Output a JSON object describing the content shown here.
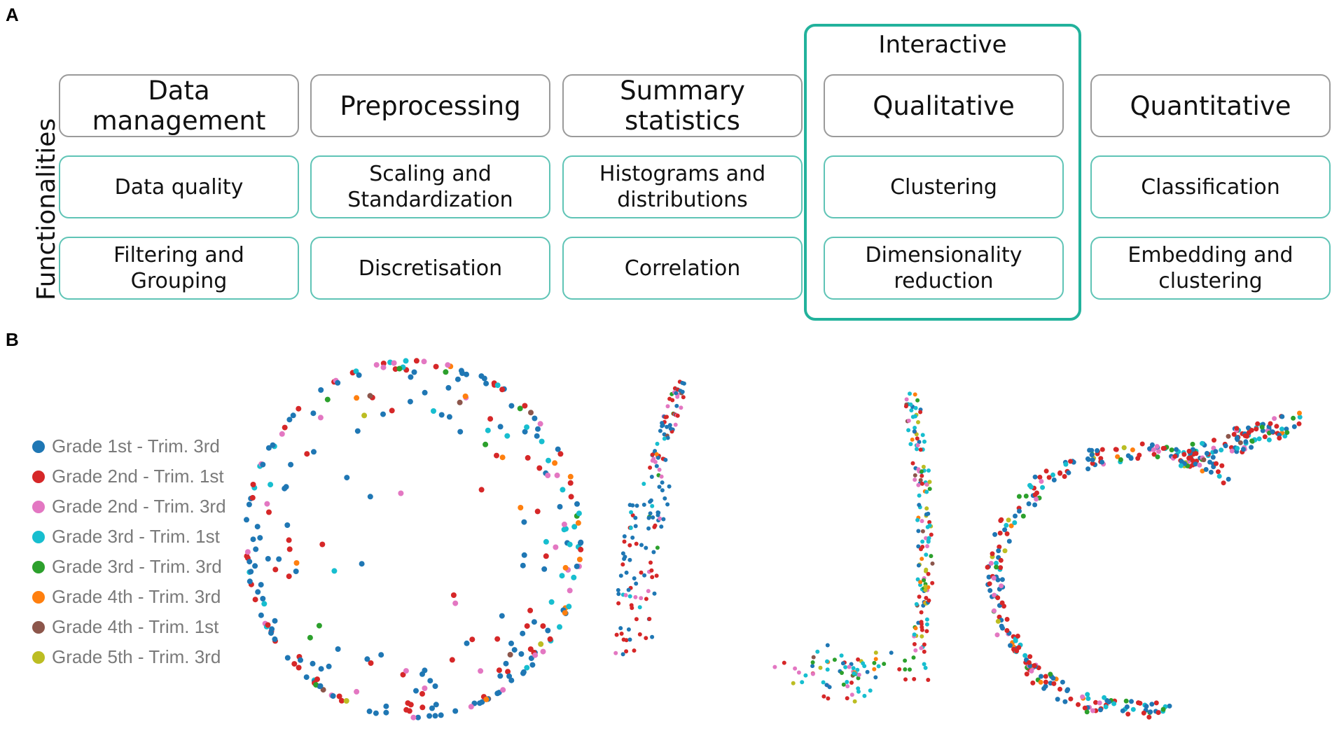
{
  "panels": {
    "a": "A",
    "b": "B"
  },
  "functionalities_label": "Functionalities",
  "interactive_label": "Interactive",
  "columns": [
    {
      "header": "Data management",
      "items": [
        "Data quality",
        "Filtering and Grouping"
      ]
    },
    {
      "header": "Preprocessing",
      "items": [
        "Scaling and Standardization",
        "Discretisation"
      ]
    },
    {
      "header": "Summary statistics",
      "items": [
        "Histograms and distributions",
        "Correlation"
      ]
    },
    {
      "header": "Qualitative",
      "items": [
        "Clustering",
        "Dimensionality reduction"
      ]
    },
    {
      "header": "Quantitative",
      "items": [
        "Classification",
        "Embedding and clustering"
      ]
    }
  ],
  "colors": {
    "frame": "#22b29c",
    "item_border": "#5fc4b6",
    "header_border": "#9a9a9a"
  },
  "legend": [
    {
      "label": "Grade 1st - Trim. 3rd",
      "color": "#1f77b4"
    },
    {
      "label": "Grade 2nd - Trim. 1st",
      "color": "#d62728"
    },
    {
      "label": "Grade 2nd - Trim. 3rd",
      "color": "#e377c2"
    },
    {
      "label": "Grade 3rd - Trim. 1st",
      "color": "#17becf"
    },
    {
      "label": "Grade 3rd - Trim. 3rd",
      "color": "#2ca02c"
    },
    {
      "label": "Grade 4th - Trim. 3rd",
      "color": "#ff7f0e"
    },
    {
      "label": "Grade 4th - Trim. 1st",
      "color": "#8c564b"
    },
    {
      "label": "Grade 5th - Trim. 3rd",
      "color": "#bcbd22"
    }
  ]
}
